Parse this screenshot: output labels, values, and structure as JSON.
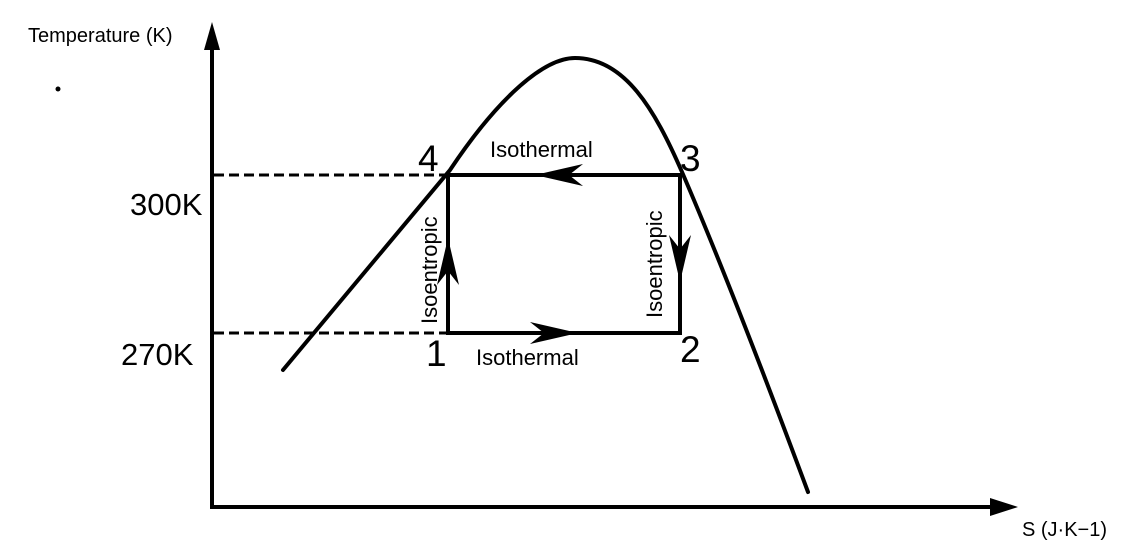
{
  "axes": {
    "y_title": "Temperature (K)",
    "x_title": "S (J·K−1)"
  },
  "temperature_levels": {
    "high": "300K",
    "low": "270K"
  },
  "states": {
    "p1": "1",
    "p2": "2",
    "p3": "3",
    "p4": "4"
  },
  "processes": {
    "top": "Isothermal",
    "bottom": "Isothermal",
    "left": "Isoentropic",
    "right": "Isoentropic"
  }
}
